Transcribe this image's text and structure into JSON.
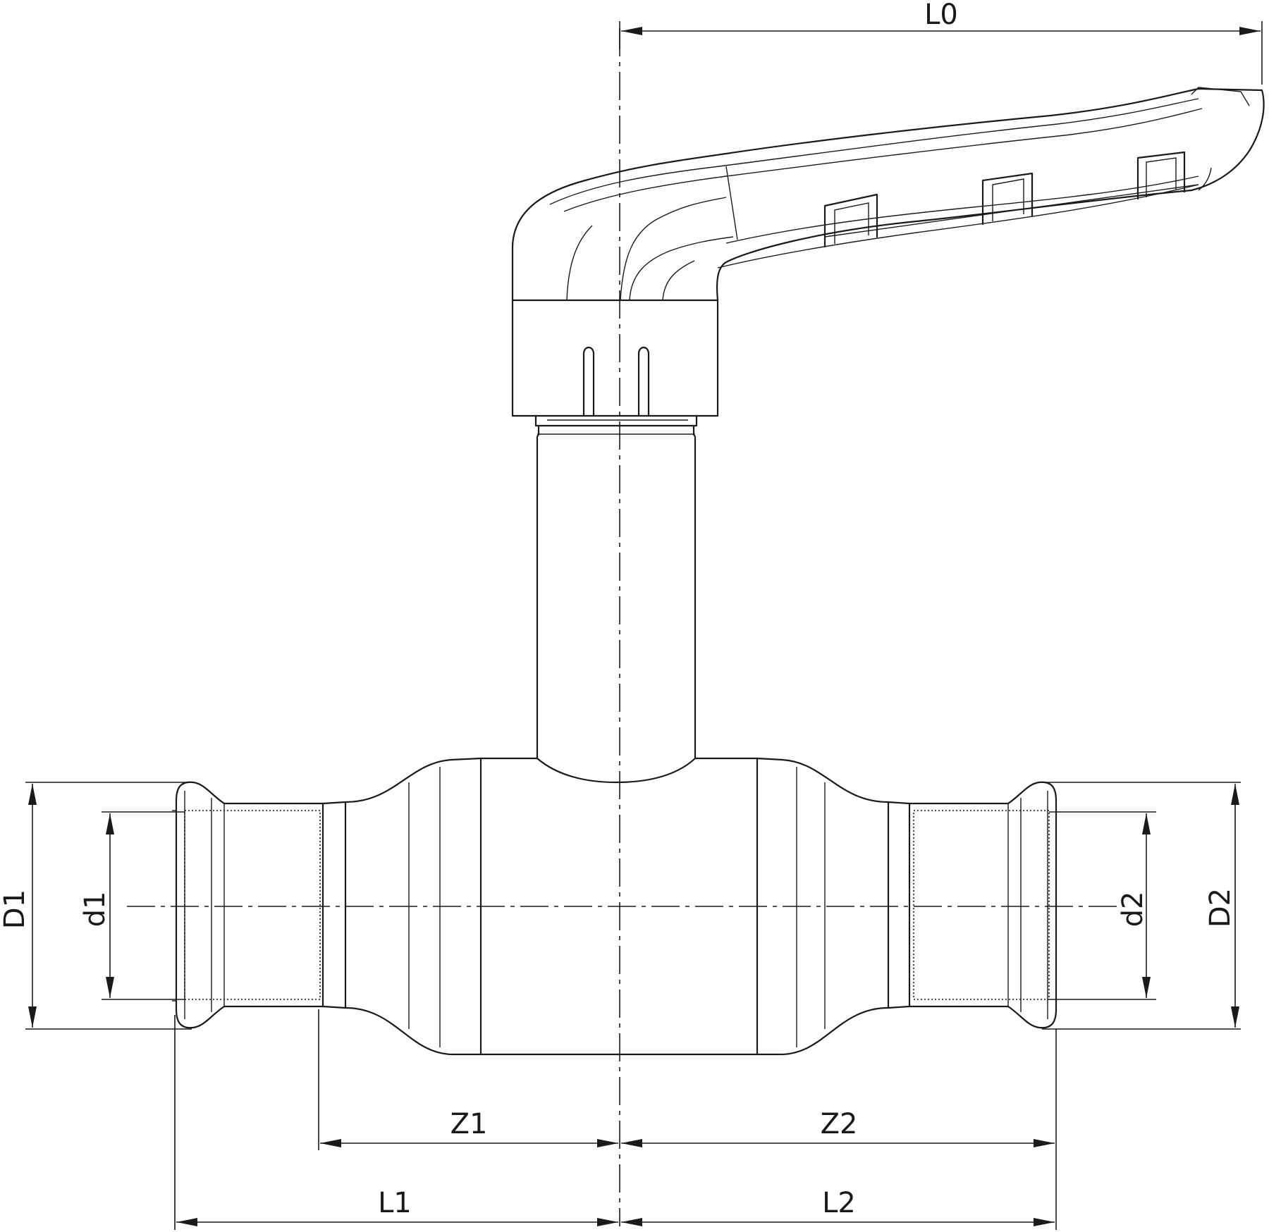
{
  "dimensions": {
    "L0": "L0",
    "L1": "L1",
    "L2": "L2",
    "Z1": "Z1",
    "Z2": "Z2",
    "D1": "D1",
    "D2": "D2",
    "d1": "d1",
    "d2": "d2"
  }
}
